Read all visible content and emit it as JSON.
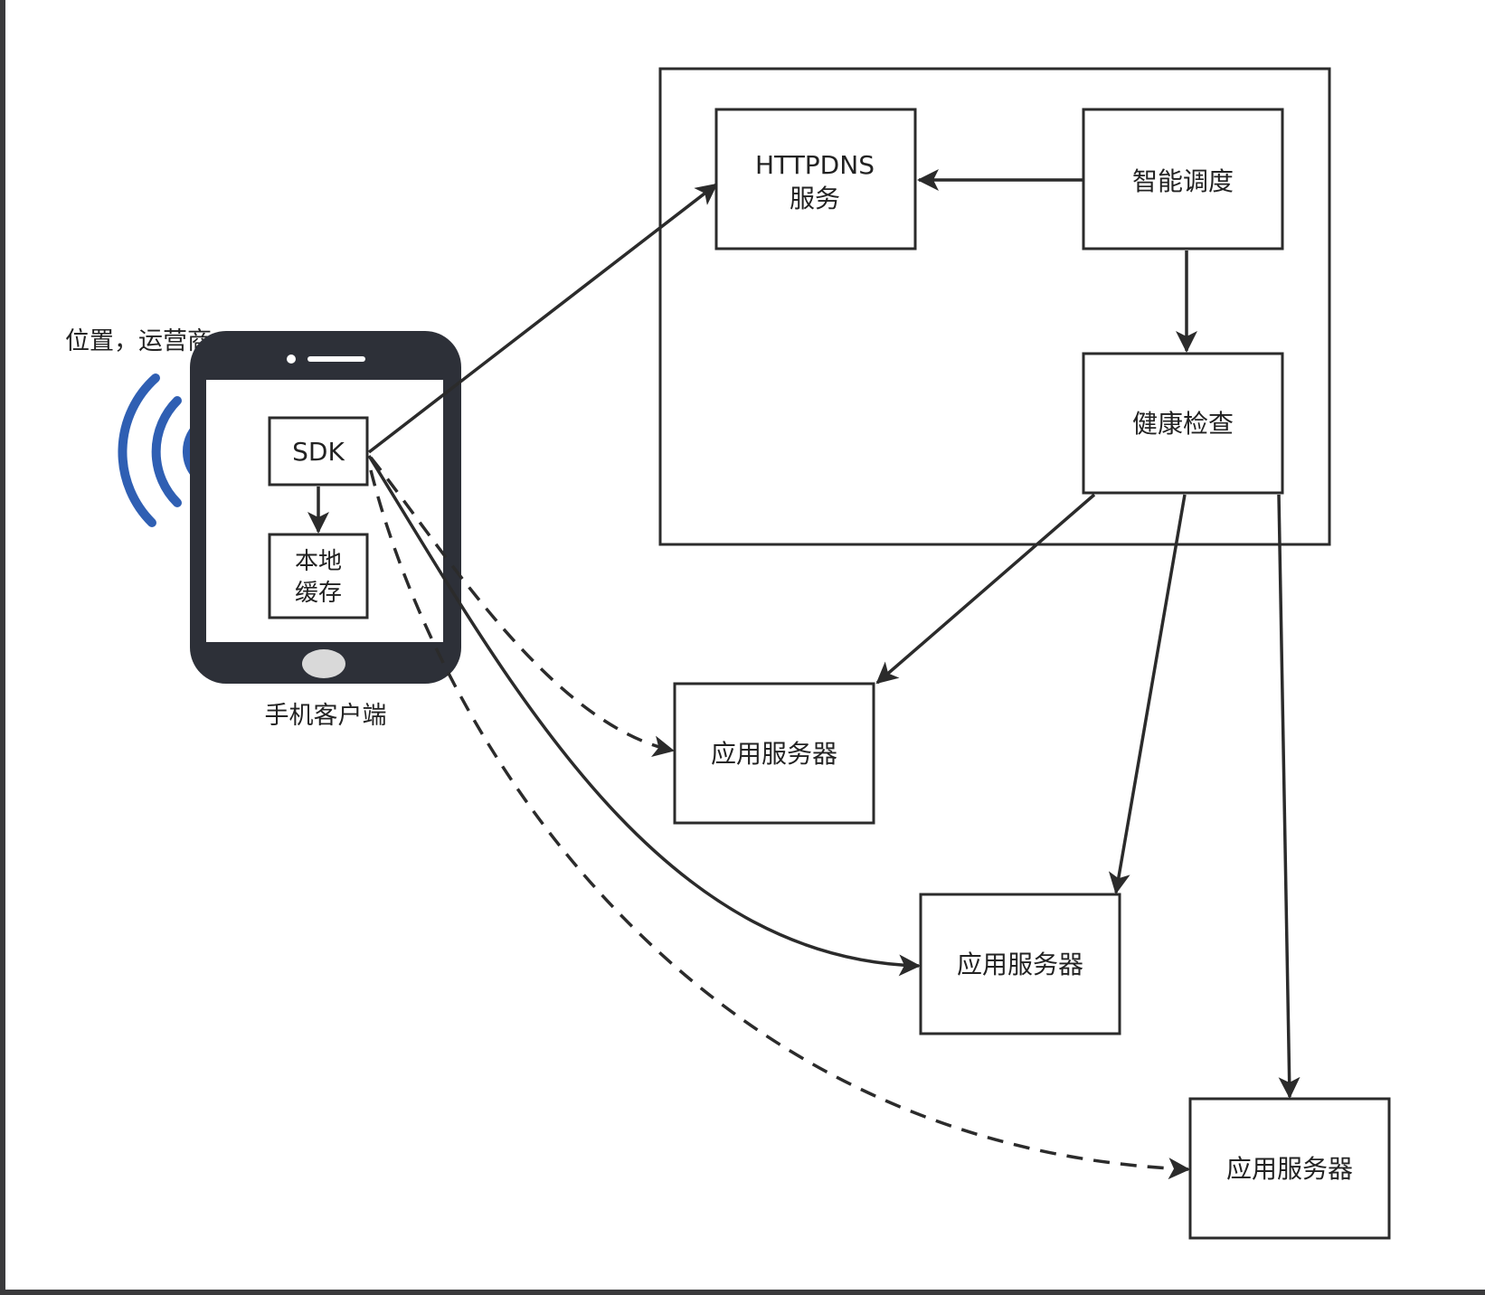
{
  "diagram": {
    "caption_location": "位置，运营商",
    "phone_label": "手机客户端",
    "sdk_label": "SDK",
    "cache_label_line1": "本地",
    "cache_label_line2": "缓存",
    "httpdns_label_line1": "HTTPDNS",
    "httpdns_label_line2": "服务",
    "scheduler_label": "智能调度",
    "health_label": "健康检查",
    "app_server_1_label": "应用服务器",
    "app_server_2_label": "应用服务器",
    "app_server_3_label": "应用服务器"
  },
  "colors": {
    "line": "#2b2b2b",
    "phone_body": "#2d3038",
    "signal": "#2f5fb3",
    "home_button": "#d9d9d9"
  }
}
